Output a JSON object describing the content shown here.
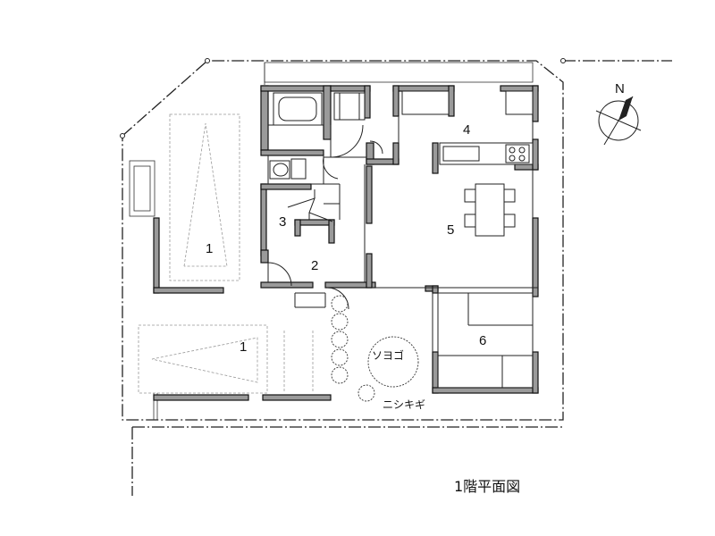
{
  "title": "1階平面図",
  "north_label": "N",
  "rooms": {
    "parking_1": "1",
    "parking_2": "1",
    "entrance": "2",
    "stair": "3",
    "kitchen": "4",
    "dining": "5",
    "tatami": "6"
  },
  "plants": {
    "soyogo": "ソヨゴ",
    "nishikigi": "ニシキギ"
  }
}
